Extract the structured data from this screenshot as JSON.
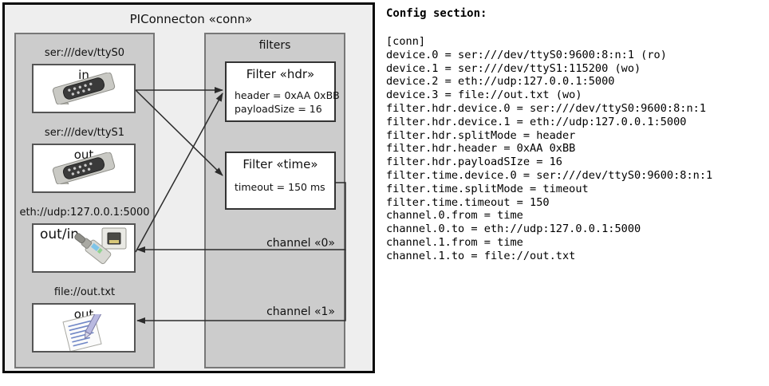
{
  "diagram": {
    "title": "PIConnecton «conn»",
    "devices_panel": {
      "name": "devices",
      "items": [
        {
          "label": "ser:///dev/ttyS0",
          "caption": "in",
          "icon": "serial-port-icon",
          "caption_align": "center"
        },
        {
          "label": "ser:///dev/ttyS1",
          "caption": "out",
          "icon": "serial-port-icon",
          "caption_align": "center"
        },
        {
          "label": "eth://udp:127.0.0.1:5000",
          "caption": "out/in",
          "icon": "ethernet-plug-icon",
          "caption_align": "left"
        },
        {
          "label": "file://out.txt",
          "caption": "out",
          "icon": "text-file-icon",
          "caption_align": "center"
        }
      ]
    },
    "filters_panel": {
      "title": "filters",
      "filters": [
        {
          "title": "Filter «hdr»",
          "attrs": [
            "header = 0xAA 0xBB",
            "payloadSize = 16"
          ]
        },
        {
          "title": "Filter «time»",
          "attrs": [
            "timeout = 150 ms"
          ]
        }
      ],
      "channels": [
        {
          "label": "channel «0»"
        },
        {
          "label": "channel «1»"
        }
      ]
    },
    "colors": {
      "outer_bg": "#eeeeee",
      "outer_border": "#0a0a0a",
      "panel_bg": "#cccccc",
      "panel_border": "#777777",
      "box_bg": "#ffffff",
      "line": "#2b2b2b"
    }
  },
  "config": {
    "header": "Config section:",
    "lines": [
      "[conn]",
      "device.0 = ser:///dev/ttyS0:9600:8:n:1 (ro)",
      "device.1 = ser:///dev/ttyS1:115200 (wo)",
      "device.2 = eth://udp:127.0.0.1:5000",
      "device.3 = file://out.txt (wo)",
      "filter.hdr.device.0 = ser:///dev/ttyS0:9600:8:n:1",
      "filter.hdr.device.1 = eth://udp:127.0.0.1:5000",
      "filter.hdr.splitMode = header",
      "filter.hdr.header = 0xAA 0xBB",
      "filter.hdr.payloadSIze = 16",
      "filter.time.device.0 = ser:///dev/ttyS0:9600:8:n:1",
      "filter.time.splitMode = timeout",
      "filter.time.timeout = 150",
      "channel.0.from = time",
      "channel.0.to = eth://udp:127.0.0.1:5000",
      "channel.1.from = time",
      "channel.1.to = file://out.txt"
    ]
  }
}
